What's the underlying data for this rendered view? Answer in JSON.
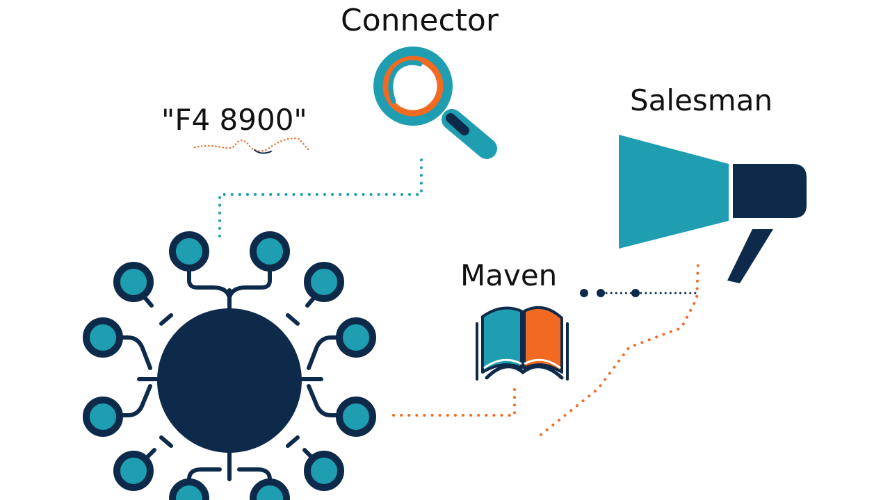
{
  "labels": {
    "connector": "Connector",
    "salesman": "Salesman",
    "maven": "Maven",
    "code": "\"F4 8900\""
  },
  "icons": {
    "hub": "network-hub-icon",
    "connector": "magnifying-glass-icon",
    "salesman": "megaphone-icon",
    "maven": "open-book-icon"
  },
  "colors": {
    "navy": "#0d2a4a",
    "teal": "#1e9eb0",
    "orange": "#f26a21",
    "text": "#111111"
  }
}
